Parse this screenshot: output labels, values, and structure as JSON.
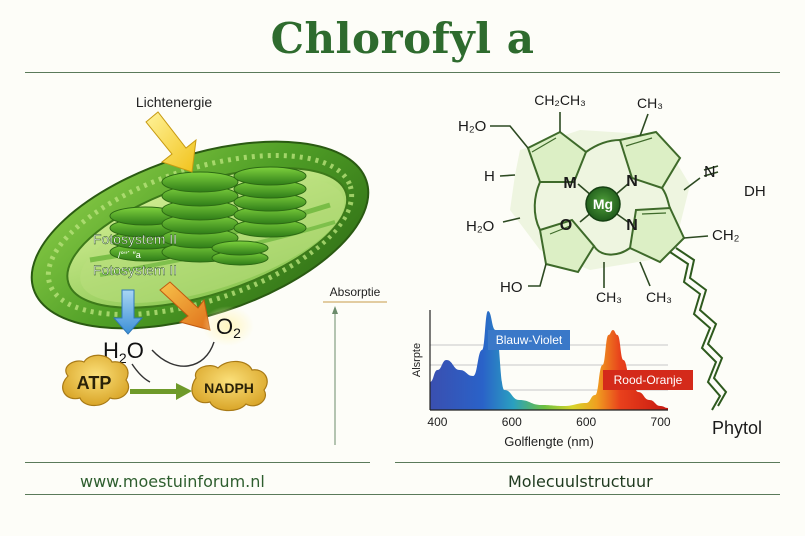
{
  "title": "Chlorofyl a",
  "chloroplast": {
    "light_label": "Lichtenergie",
    "photosystem_top": "Fotosystem II",
    "photosystem_mid": "Fotosystem II",
    "photosystem_scribble": "/°“´ ″a",
    "water": "H",
    "water_sub": "2",
    "water_tail": "O",
    "oxygen": "O",
    "oxygen_sub": "2",
    "atp": "ATP",
    "nadph": "NADPH"
  },
  "molecule": {
    "ethyl": "CH₂CH₃",
    "methyl_top": "CH₃",
    "hydroxymethyl": "H₂O",
    "h_left": "H",
    "imine": "N",
    "imine_h": "DH",
    "m_label": "M",
    "n_top": "N",
    "mg": "Mg",
    "o_ring": "O",
    "n_bottom": "N",
    "h2o_left": "H₂O",
    "ch2_right": "CH₂",
    "ho_bottom": "HO",
    "ch3_bottom_a": "CH₃",
    "ch3_bottom_b": "CH₃",
    "phytol": "Phytol"
  },
  "absorption_axis_label": "Absorptie",
  "chart_data": {
    "type": "area",
    "title": "",
    "xlabel": "Golflengte (nm)",
    "ylabel": "Alsrpte",
    "xlim": [
      390,
      710
    ],
    "ylim": [
      0,
      1
    ],
    "x_ticks": [
      400,
      500,
      600,
      700
    ],
    "x_tick_labels": [
      "400",
      "600",
      "600",
      "700"
    ],
    "series": [
      {
        "x": [
          390,
          400,
          412,
          430,
          448,
          460,
          468,
          478,
          490,
          510,
          540,
          570,
          600,
          612,
          622,
          630,
          636,
          642,
          650,
          660,
          670,
          685,
          700,
          710
        ],
        "y": [
          0.28,
          0.4,
          0.5,
          0.4,
          0.34,
          0.6,
          0.99,
          0.8,
          0.2,
          0.1,
          0.05,
          0.04,
          0.07,
          0.15,
          0.45,
          0.75,
          0.8,
          0.75,
          0.5,
          0.3,
          0.18,
          0.1,
          0.04,
          0.02
        ]
      }
    ],
    "annotations": [
      "Blauw-Violet",
      "Rood-Oranje"
    ],
    "grid": true
  },
  "footer": {
    "website": "www.moestuinforum.nl",
    "caption": "Molecuulstructuur"
  },
  "colors": {
    "title_green": "#2e6b2e",
    "leaf_green": "#5fae2e",
    "label_blue": "#3a78c8",
    "label_red": "#d42a1a",
    "gold": "#e6b93a"
  }
}
